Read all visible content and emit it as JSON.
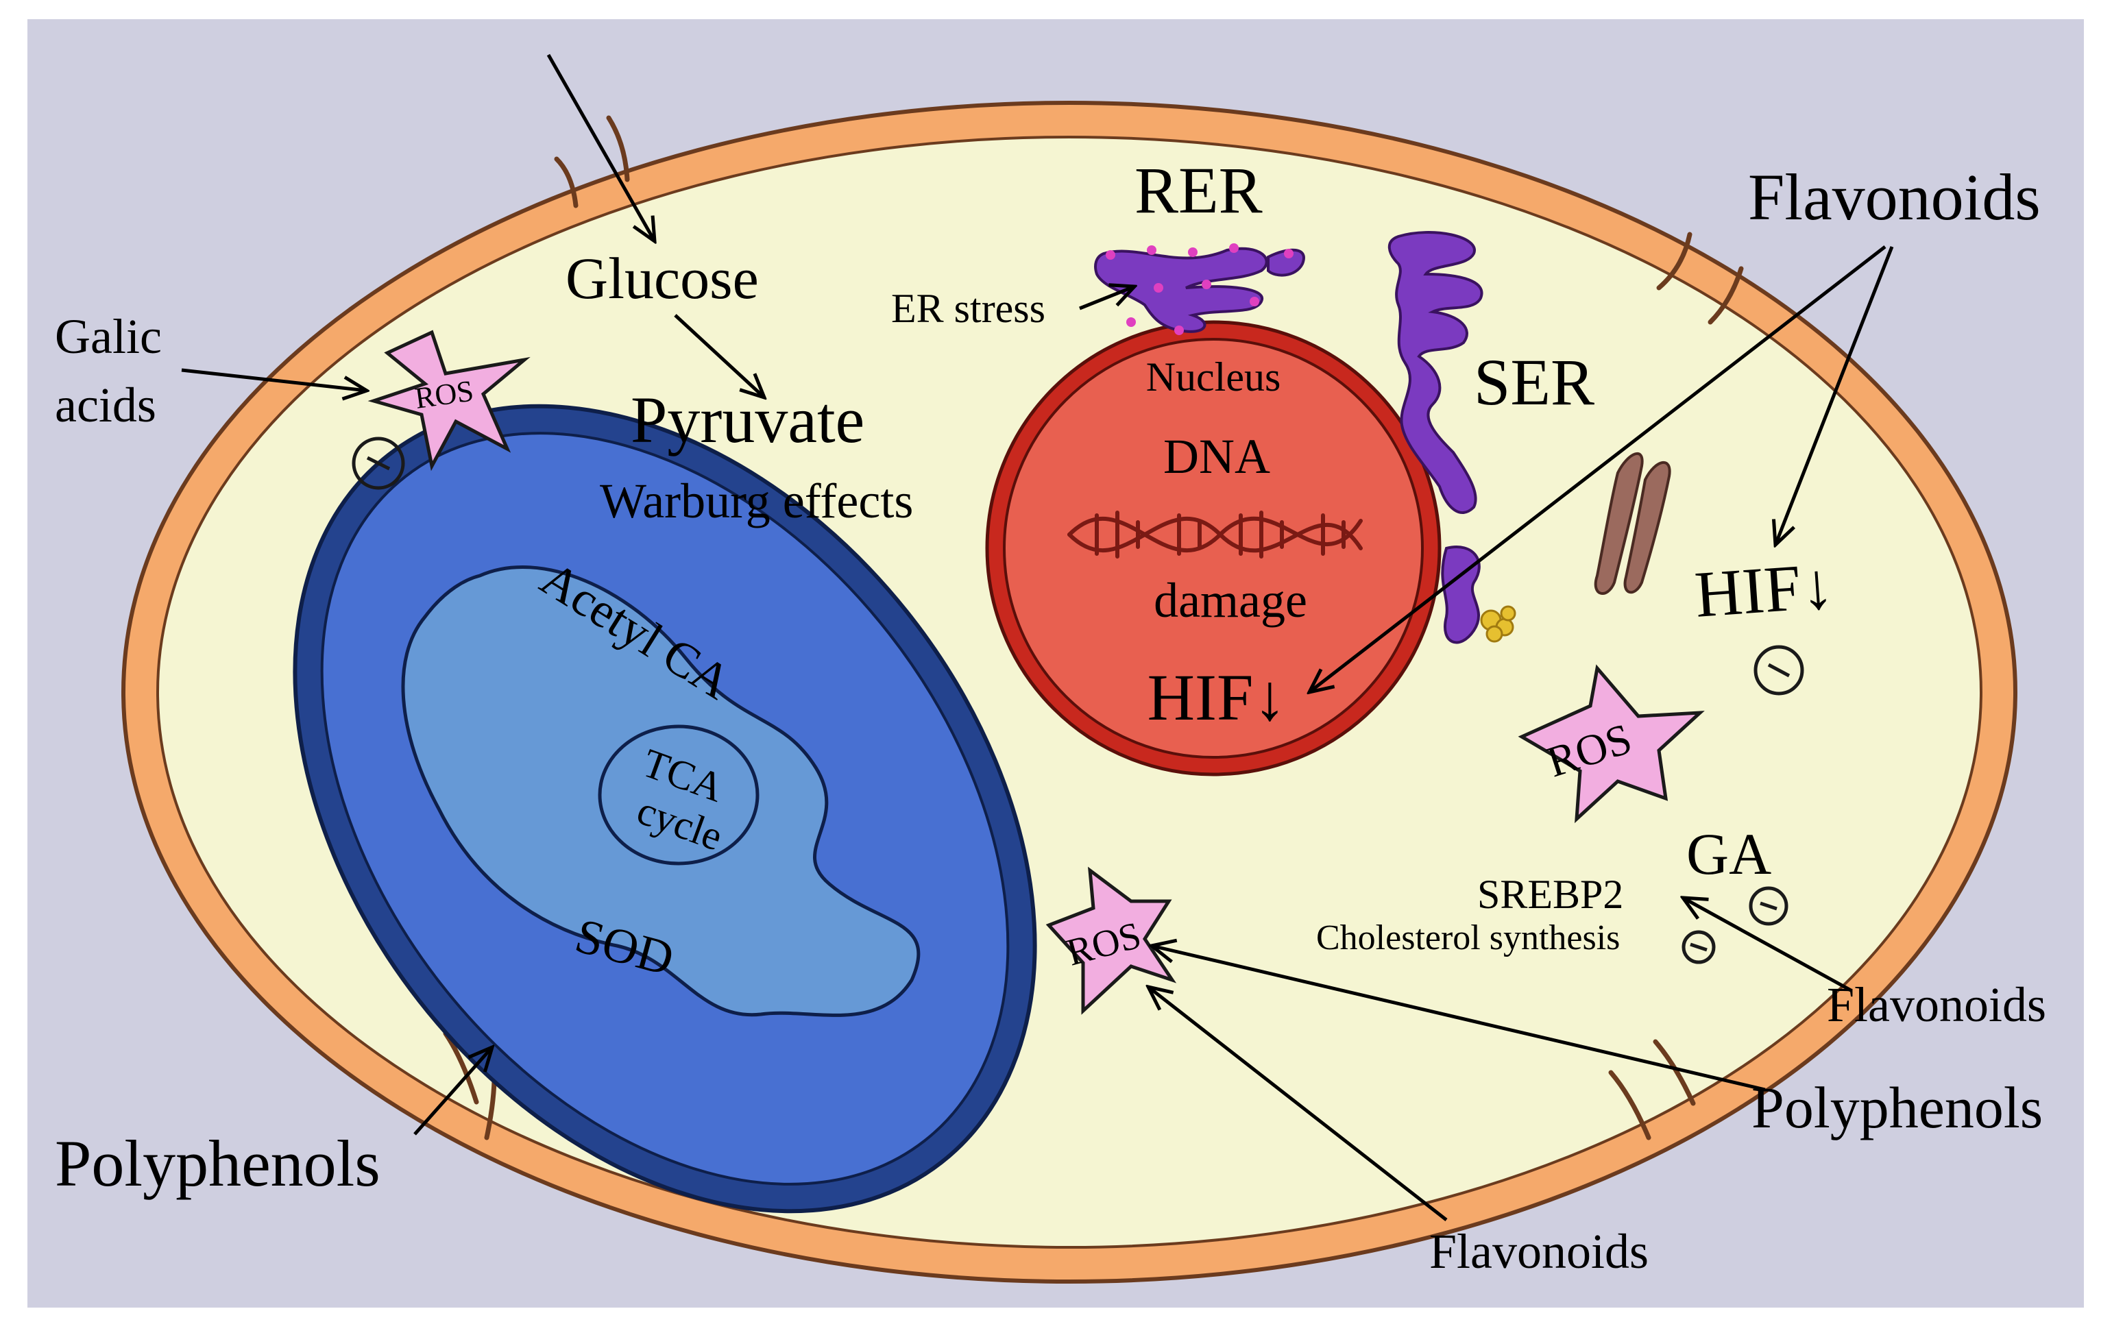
{
  "colors": {
    "background": "#cfcfe0",
    "membrane": "#f5a96b",
    "cytoplasm": "#f5f5d2",
    "nucleus": "#e86050",
    "nucleus_rim": "#c8281e",
    "mito_outer": "#24438e",
    "mito_body": "#4870d2",
    "mito_inner": "#6699d6",
    "er": "#7b3ac0",
    "ros": "#f2aee0",
    "golgi": "#9b6a5e"
  },
  "labels": {
    "galic": "Galic",
    "acids": "acids",
    "glucose": "Glucose",
    "pyruvate": "Pyruvate",
    "warburg": "Warburg effects",
    "rer": "RER",
    "er_stress": "ER stress",
    "ser": "SER",
    "nucleus": "Nucleus",
    "dna": "DNA",
    "damage": "damage",
    "hif_nucleus": "HIF↓",
    "hif_cytoplasm": "HIF↓",
    "acetyl_ca": "Acetyl CA",
    "tca": "TCA",
    "cycle": "cycle",
    "sod": "SOD",
    "ros": "ROS",
    "ga": "GA",
    "srebp2": "SREBP2",
    "cholesterol": "Cholesterol synthesis",
    "flavonoids_top": "Flavonoids",
    "flavonoids_mid": "Flavonoids",
    "flavonoids_bottom": "Flavonoids",
    "polyphenols_left": "Polyphenols",
    "polyphenols_right": "Polyphenols",
    "inhibit": "−"
  },
  "icons": [
    "dna-helix-icon",
    "ros-star-icon",
    "inhibition-icon",
    "golgi-icon",
    "ribosome-icon"
  ]
}
